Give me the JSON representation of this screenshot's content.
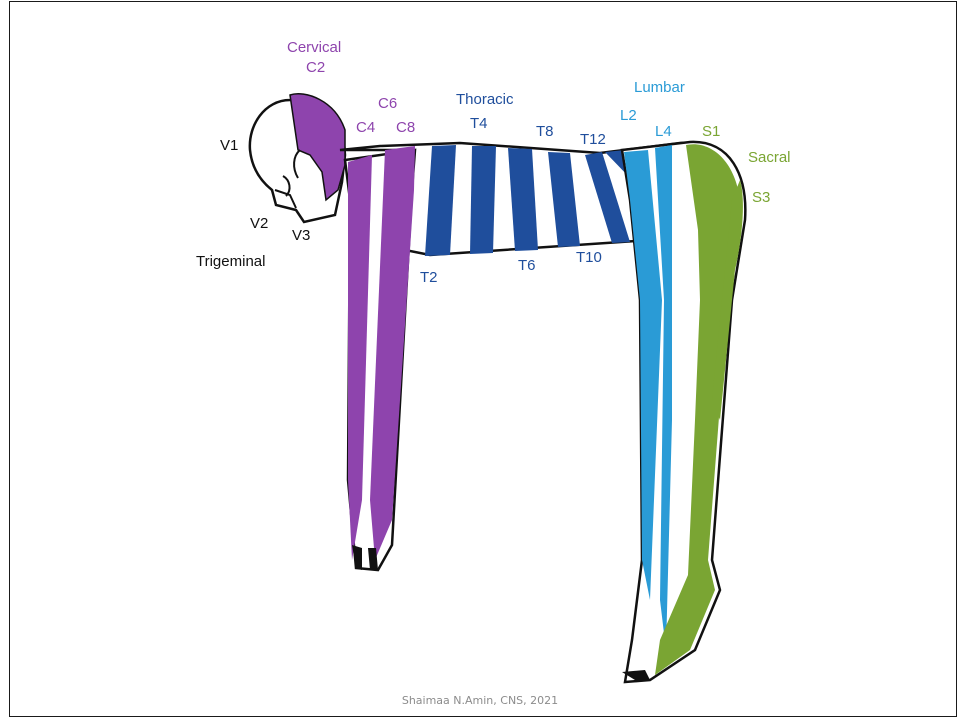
{
  "colors": {
    "cervical": "#8e44ad",
    "thoracic": "#1f4e9c",
    "lumbar": "#2a9bd6",
    "sacral": "#7aa533",
    "trigeminal": "#111111"
  },
  "groups": {
    "cervical": "Cervical",
    "thoracic": "Thoracic",
    "lumbar": "Lumbar",
    "sacral": "Sacral",
    "trigeminal": "Trigeminal"
  },
  "segments": {
    "c2": "C2",
    "c4": "C4",
    "c6": "C6",
    "c8": "C8",
    "t2": "T2",
    "t4": "T4",
    "t6": "T6",
    "t8": "T8",
    "t10": "T10",
    "t12": "T12",
    "l2": "L2",
    "l4": "L4",
    "s1": "S1",
    "s3": "S3",
    "v1": "V1",
    "v2": "V2",
    "v3": "V3"
  },
  "footer": "Shaimaa N.Amin, CNS, 2021"
}
